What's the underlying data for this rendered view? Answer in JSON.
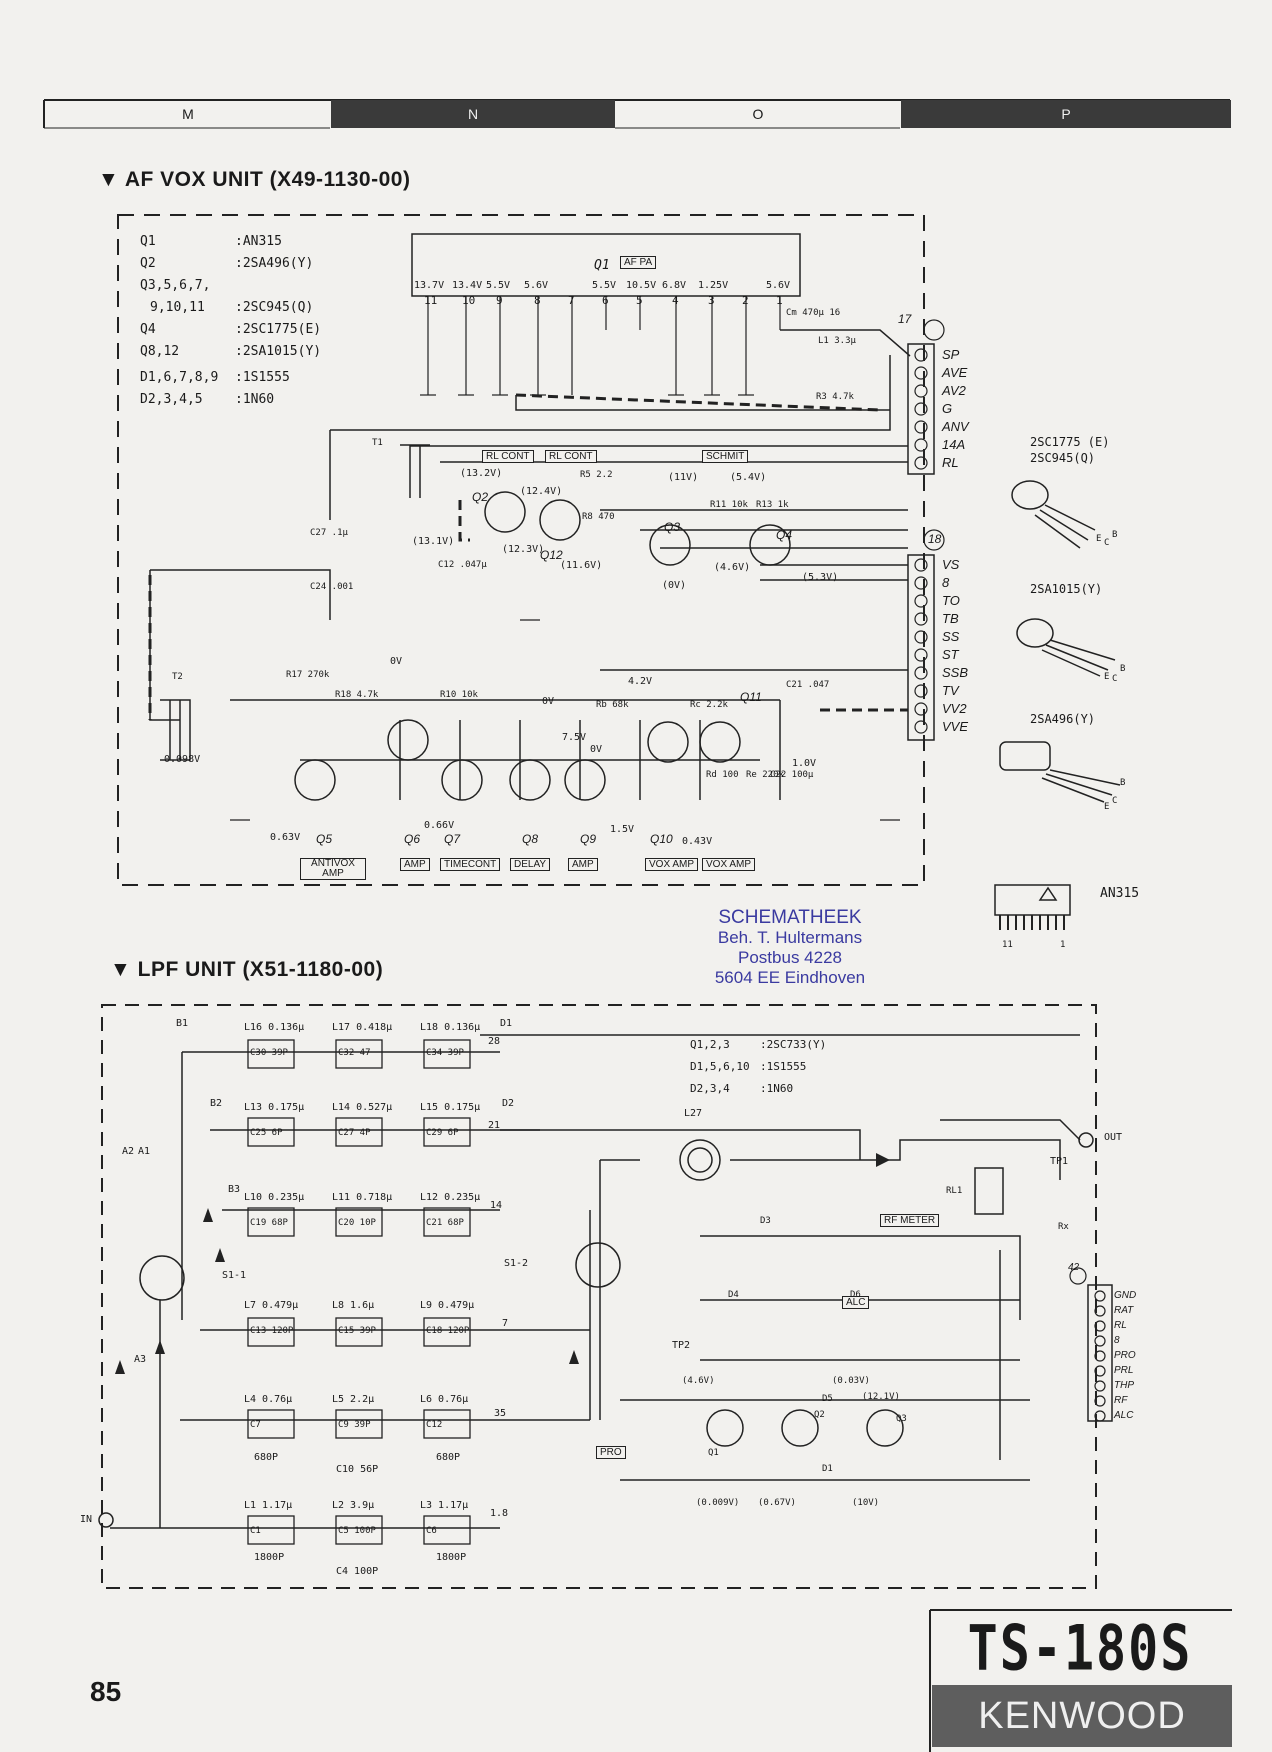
{
  "columns": [
    "M",
    "N",
    "O",
    "P"
  ],
  "af_vox": {
    "title": "▼ AF VOX UNIT (X49-1130-00)",
    "parts": [
      {
        "ref": "Q1",
        "type": ":AN315"
      },
      {
        "ref": "Q2",
        "type": ":2SA496(Y)"
      },
      {
        "ref": "Q3,5,6,7,",
        "type": ""
      },
      {
        "ref": "9,10,11",
        "type": ":2SC945(Q)"
      },
      {
        "ref": "Q4",
        "type": ":2SC1775(E)"
      },
      {
        "ref": "Q8,12",
        "type": ":2SA1015(Y)"
      },
      {
        "ref": "D1,6,7,8,9",
        "type": ":1S1555"
      },
      {
        "ref": "D2,3,4,5",
        "type": ":1N60"
      }
    ],
    "ic_label": "Q1",
    "ic_tag": "AF PA",
    "ic_pins": [
      "11",
      "10",
      "9",
      "8",
      "7",
      "6",
      "5",
      "4",
      "3",
      "2",
      "1"
    ],
    "ic_voltages": [
      "13.7V",
      "13.4V",
      "5.5V",
      "5.6V",
      "",
      "5.5V",
      "10.5V",
      "6.8V",
      "1.25V",
      "",
      "5.6V"
    ],
    "connector17": {
      "id": "17",
      "pins": [
        "SP",
        "AVE",
        "AV2",
        "G",
        "ANV",
        "14A",
        "RL"
      ]
    },
    "connector18": {
      "id": "18",
      "pins": [
        "VS",
        "8",
        "TO",
        "TB",
        "SS",
        "ST",
        "SSB",
        "TV",
        "VV2",
        "VVE"
      ]
    },
    "tags": [
      "RL CONT",
      "RL CONT",
      "SCHMIT",
      "ANTIVOX AMP",
      "AMP",
      "TIMECONT",
      "DELAY",
      "AMP",
      "VOX AMP",
      "VOX AMP"
    ],
    "transistors": [
      "Q2",
      "Q12",
      "Q3",
      "Q4",
      "Q5",
      "Q6",
      "Q7",
      "Q8",
      "Q9",
      "Q10",
      "Q11"
    ],
    "voltages": [
      "(13.2V)",
      "(12.4V)",
      "(11V)",
      "(5.4V)",
      "(13.1V)",
      "(12.3V)",
      "(11.6V)",
      "(0V)",
      "(4.6V)",
      "(5.3V)",
      "0.098V",
      "0.63V",
      "0.66V",
      "4.2V",
      "0V",
      "7.5V",
      "1.5V",
      "0.43V",
      "1.0V",
      "0V",
      "0V"
    ],
    "components": [
      "T1",
      "T2",
      "R17 270k",
      "R18 4.7k",
      "R10 10k",
      "R11 10k",
      "R13 1k",
      "R8 470",
      "R5 2.2",
      "C27 .1μ",
      "C24 .001",
      "C12 .047μ",
      "Rb 68k",
      "Rc 2.2k",
      "C21 .047",
      "Rd 100",
      "Re 220k",
      "C22 100μ",
      "L1 3.3μ",
      "R3 4.7k",
      "Cm 470μ 16"
    ]
  },
  "side_parts": [
    {
      "name": "2SC1775 (E)\n2SC945(Q)",
      "pins": [
        "E",
        "C",
        "B"
      ]
    },
    {
      "name": "2SA1015(Y)",
      "pins": [
        "E",
        "C",
        "B"
      ]
    },
    {
      "name": "2SA496(Y)",
      "pins": [
        "E",
        "C",
        "B"
      ]
    },
    {
      "name": "AN315",
      "pins": [
        "11",
        "1"
      ]
    }
  ],
  "stamp": {
    "line1": "SCHEMATHEEK",
    "line2": "Beh. T. Hultermans",
    "line3": "Postbus 4228",
    "line4": "5604 EE  Eindhoven"
  },
  "lpf": {
    "title": "▼ LPF UNIT (X51-1180-00)",
    "parts": [
      {
        "ref": "Q1,2,3",
        "type": ":2SC733(Y)"
      },
      {
        "ref": "D1,5,6,10",
        "type": ":1S1555"
      },
      {
        "ref": "D2,3,4",
        "type": ":1N60"
      }
    ],
    "inductors": [
      "L16 0.136μ",
      "L17 0.418μ",
      "L18 0.136μ",
      "L13 0.175μ",
      "L14 0.527μ",
      "L15 0.175μ",
      "L10 0.235μ",
      "L11 0.718μ",
      "L12 0.235μ",
      "L7 0.479μ",
      "L8 1.6μ",
      "L9 0.479μ",
      "L4 0.76μ",
      "L5 2.2μ",
      "L6 0.76μ",
      "L1 1.17μ",
      "L2 3.9μ",
      "L3 1.17μ",
      "L27"
    ],
    "capacitors": [
      "C30 39P",
      "C32 47",
      "C34 39P",
      "C25 6P",
      "C27 4P",
      "C29 6P",
      "C19 68P",
      "C20 10P",
      "C21 68P",
      "C13 120P",
      "C15 39P",
      "C18 120P",
      "C7",
      "C9 39P",
      "C12",
      "C1",
      "C5 100P",
      "C6"
    ],
    "cap_values": [
      "680P",
      "C10 56P",
      "680P",
      "1800P",
      "C4 100P",
      "1800P"
    ],
    "terminals": [
      "B1",
      "D1",
      "B2",
      "D2",
      "B3",
      "A2",
      "A1",
      "A3",
      "IN",
      "OUT",
      "TP1",
      "TP2",
      "S1-1",
      "S1-2"
    ],
    "nodes": [
      "28",
      "21",
      "14",
      "7",
      "35",
      "1.8"
    ],
    "connector": {
      "id": "42",
      "pins": [
        "GND",
        "RAT",
        "RL",
        "8",
        "PRO",
        "PRL",
        "THP",
        "RF",
        "ALC"
      ]
    },
    "tags": [
      "RF METER",
      "ALC",
      "PRO"
    ],
    "voltages": [
      "(4.6V)",
      "(0.03V)",
      "(12.1V)",
      "(0.009V)",
      "(0.67V)",
      "(10V)"
    ],
    "labels": [
      "RL1",
      "Rx",
      "Q1",
      "Q2",
      "Q3",
      "D1",
      "D3",
      "D4",
      "D5",
      "D6"
    ]
  },
  "footer": {
    "page_number": "85",
    "model": "TS-180S",
    "brand": "KENWOOD"
  }
}
